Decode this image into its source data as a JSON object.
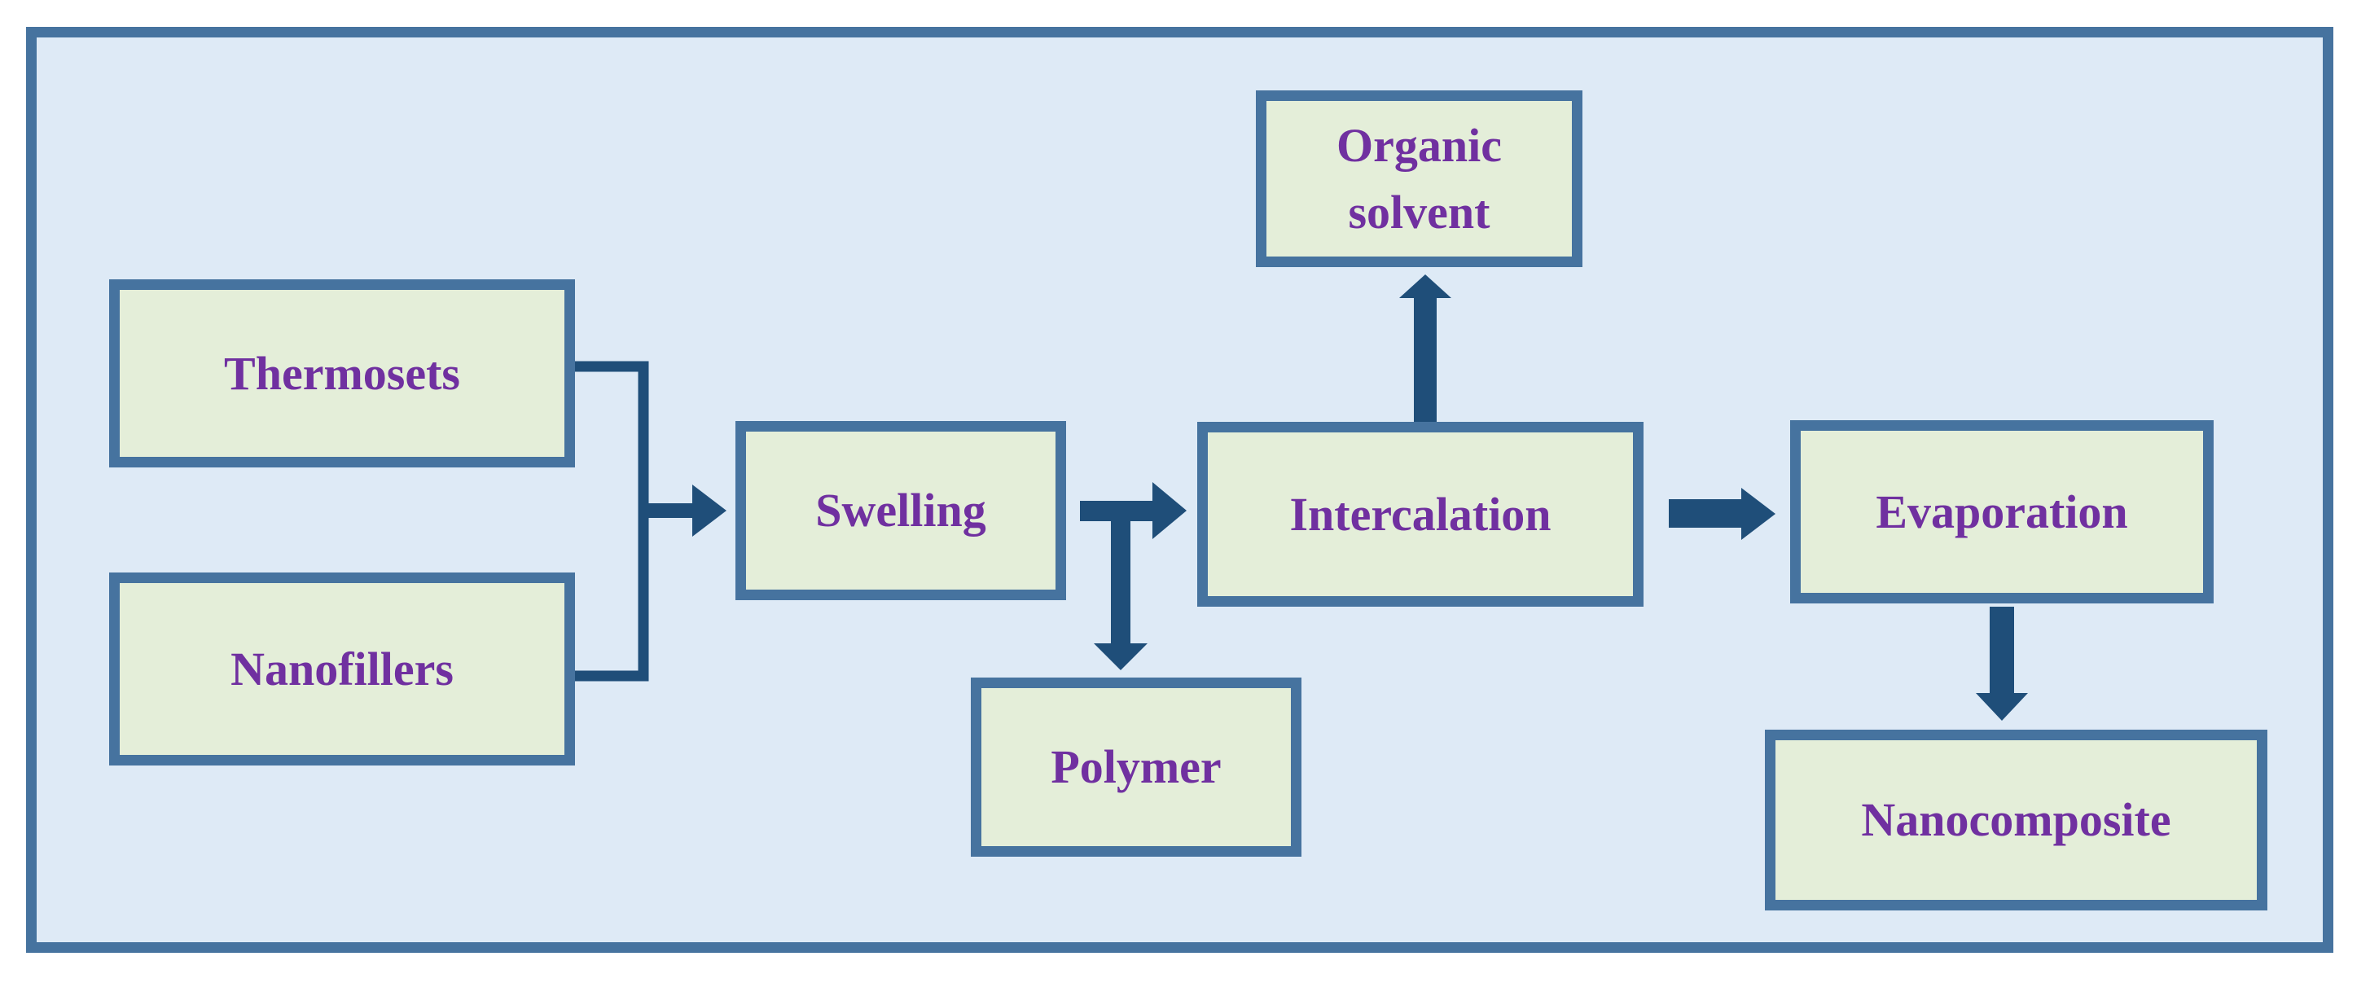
{
  "diagram": {
    "nodes": {
      "thermosets": "Thermosets",
      "nanofillers": "Nanofillers",
      "swelling": "Swelling",
      "polymer": "Polymer",
      "intercalation": "Intercalation",
      "organic_solvent": "Organic\nsolvent",
      "evaporation": "Evaporation",
      "nanocomposite": "Nanocomposite"
    },
    "edges": [
      {
        "from": "Thermosets",
        "to": "Swelling"
      },
      {
        "from": "Nanofillers",
        "to": "Swelling"
      },
      {
        "from": "Swelling",
        "to": "Intercalation"
      },
      {
        "from": "Swelling",
        "to": "Polymer"
      },
      {
        "from": "Intercalation",
        "to": "Organic solvent"
      },
      {
        "from": "Intercalation",
        "to": "Evaporation"
      },
      {
        "from": "Evaporation",
        "to": "Nanocomposite"
      }
    ],
    "colors": {
      "background": "#deeaf6",
      "border": "#46739f",
      "box_fill": "#e4eed9",
      "text": "#7030a0",
      "arrow": "#1f4e79"
    }
  }
}
